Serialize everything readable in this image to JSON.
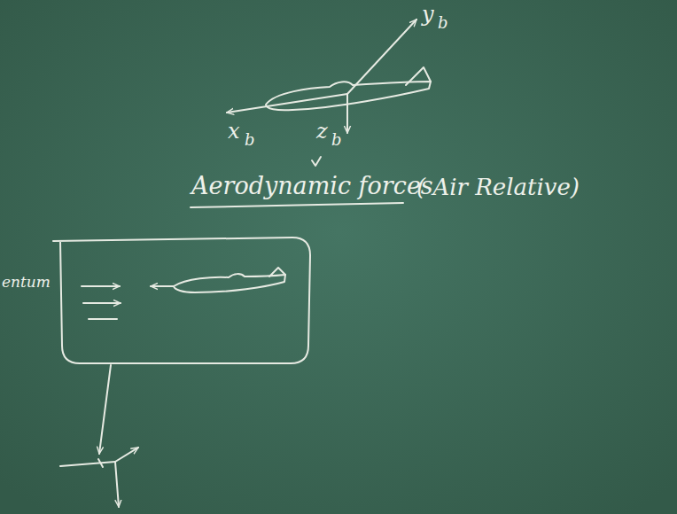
{
  "diagram": {
    "labels": [
      "y",
      "b",
      "x",
      "b",
      "z",
      "b",
      "Aerodynamic forces",
      "( Air Relative)",
      "entum"
    ]
  }
}
